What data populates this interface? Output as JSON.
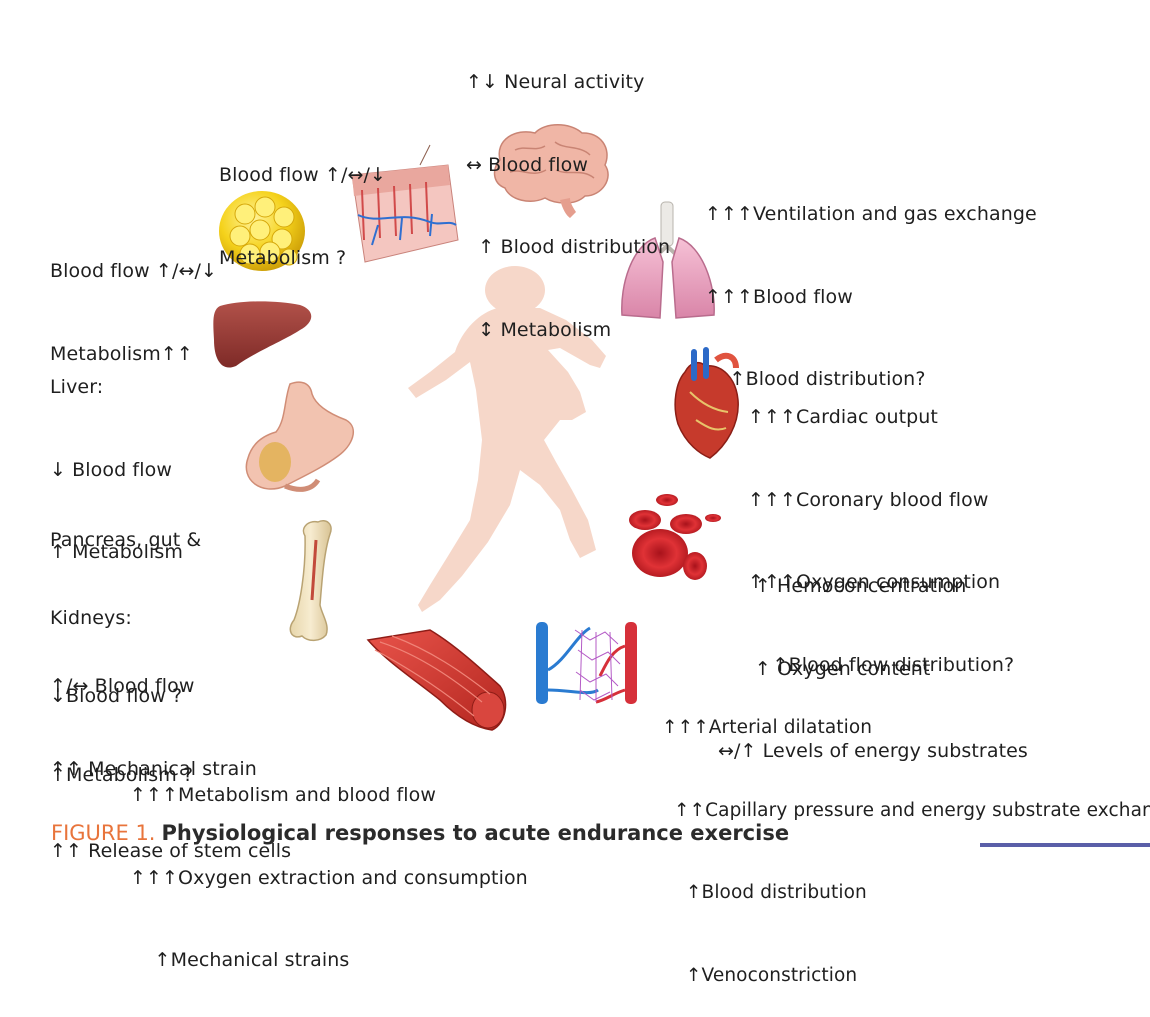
{
  "figure": {
    "label": "FIGURE 1.",
    "title": "Physiological responses to acute endurance exercise"
  },
  "annotations": {
    "brain": [
      "↑↓ Neural activity",
      "↔ Blood flow",
      "  ↑ Blood distribution",
      "  ↕ Metabolism"
    ],
    "skin": [
      "Blood flow ↑/↔/↓",
      "Metabolism ?"
    ],
    "adipose": [
      "Blood flow ↑/↔/↓",
      "Metabolism↑↑"
    ],
    "lungs": [
      "↑↑↑Ventilation and gas exchange",
      "↑↑↑Blood flow",
      "    ↑Blood distribution?"
    ],
    "liver": [
      "Liver:",
      "↓ Blood flow",
      "↑ Metabolism"
    ],
    "heart": [
      "↑↑↑Cardiac output",
      "↑↑↑Coronary blood flow",
      "↑↑↑Oxygen consumption",
      "    ↑Blood flow distribution?"
    ],
    "pancreas": [
      "Pancreas, gut &",
      "Kidneys:",
      "↓Blood flow ?",
      "↑Metabolism ?"
    ],
    "blood": [
      "      ↑ Hemoconcentration",
      "      ↑ Oxygen content",
      "↔/↑ Levels of energy substrates"
    ],
    "bone": [
      "↑/↔ Blood flow",
      "↑↑ Mechanical strain",
      "↑↑ Release of stem cells"
    ],
    "vessels": [
      "↑↑↑Arterial dilatation",
      "  ↑↑Capillary pressure and energy substrate exchange",
      "    ↑Blood distribution",
      "    ↑Venoconstriction"
    ],
    "muscle": [
      "↑↑↑Metabolism and blood flow",
      "↑↑↑Oxygen extraction and consumption",
      "    ↑Mechanical strains"
    ]
  },
  "colors": {
    "caption_label": "#e8743b",
    "caption_rule": "#5a5fa8",
    "silhouette": "#f6d7c9"
  },
  "icons": [
    "brain-icon",
    "skin-cross-section-icon",
    "adipose-tissue-icon",
    "lungs-icon",
    "liver-icon",
    "stomach-icon",
    "heart-icon",
    "red-blood-cells-icon",
    "bone-icon",
    "muscle-icon",
    "blood-vessels-icon",
    "runner-silhouette"
  ]
}
